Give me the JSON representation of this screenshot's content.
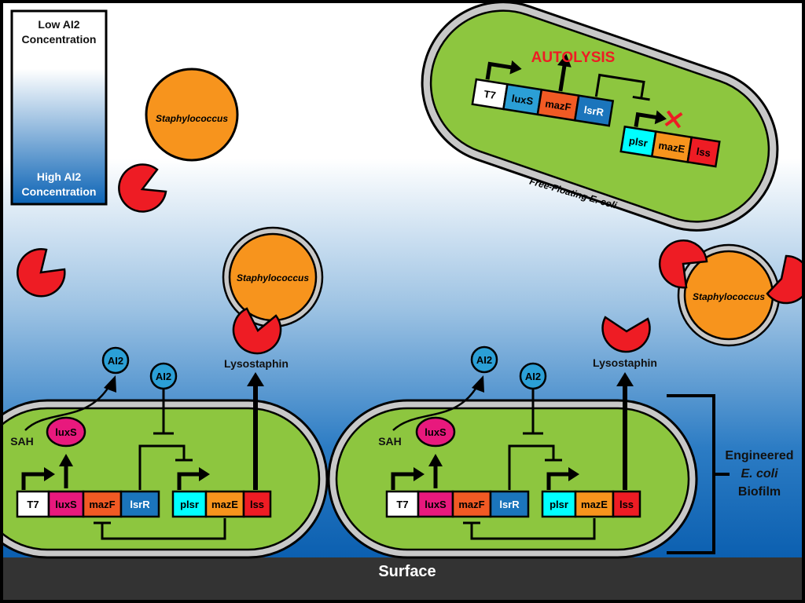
{
  "legend": {
    "low_line1": "Low AI2",
    "low_line2": "Concentration",
    "high_line1": "High AI2",
    "high_line2": "Concentration"
  },
  "surface": "Surface",
  "biofilm_label": {
    "line1": "Engineered",
    "line2": "E. coli",
    "line3": "Biofilm"
  },
  "free_floating": {
    "caption": "Free-Floating E. coli",
    "autolysis": "AUTOLYSIS",
    "genes": [
      "T7",
      "luxS",
      "mazF",
      "lsrR"
    ],
    "genes2": [
      "plsr",
      "mazE",
      "lss"
    ]
  },
  "biofilm_cell": {
    "genes": [
      "T7",
      "luxS",
      "mazF",
      "lsrR"
    ],
    "genes2": [
      "plsr",
      "mazE",
      "lss"
    ],
    "sah": "SAH",
    "luxs_enzyme": "luxS",
    "ai2_out": "AI2",
    "ai2_in": "AI2",
    "lysostaphin": "Lysostaphin"
  },
  "staph": [
    "Staphylococcus",
    "Staphylococcus",
    "Staphylococcus"
  ],
  "colors": {
    "gradient_top": "#ffffff",
    "gradient_bottom": "#0b63b5",
    "cell_fill": "#8dc63f",
    "cell_border": "#c0c0c0",
    "staph_fill": "#f7941d",
    "lysostaphin": "#ee1c24",
    "ai2": "#2b9fd6",
    "luxs_enzyme": "#e8197d",
    "surface": "#333333",
    "gene_T7": "#ffffff",
    "gene_luxS_biofilm": "#e8197d",
    "gene_luxS_free": "#2b9fd6",
    "gene_mazF": "#f15a24",
    "gene_lsrR": "#1b75bc",
    "gene_plsr": "#00ffff",
    "gene_mazE": "#f7941d",
    "gene_lss": "#ee1c24",
    "autolysis_text": "#ee1c24"
  }
}
